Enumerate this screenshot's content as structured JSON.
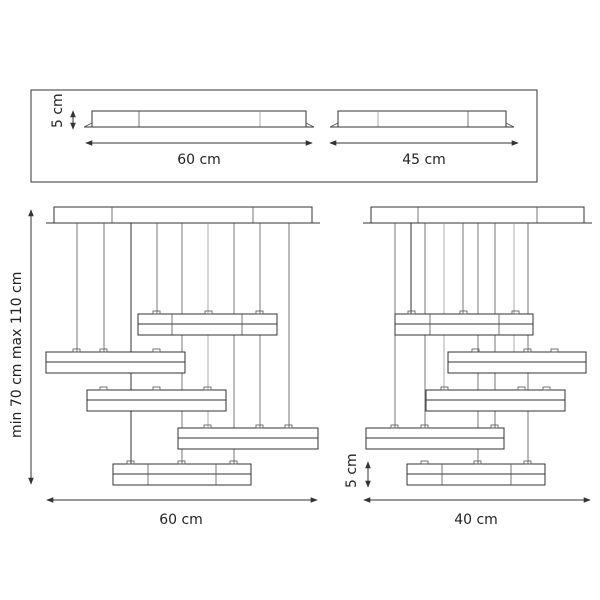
{
  "diagram": {
    "top_view": {
      "height_label": "5 cm",
      "width_left_label": "60 cm",
      "width_right_label": "45 cm"
    },
    "front_view": {
      "height_label": "min 70 cm max 110 cm",
      "width_label": "60 cm"
    },
    "side_view": {
      "module_height_label": "5 cm",
      "width_label": "40 cm"
    }
  }
}
